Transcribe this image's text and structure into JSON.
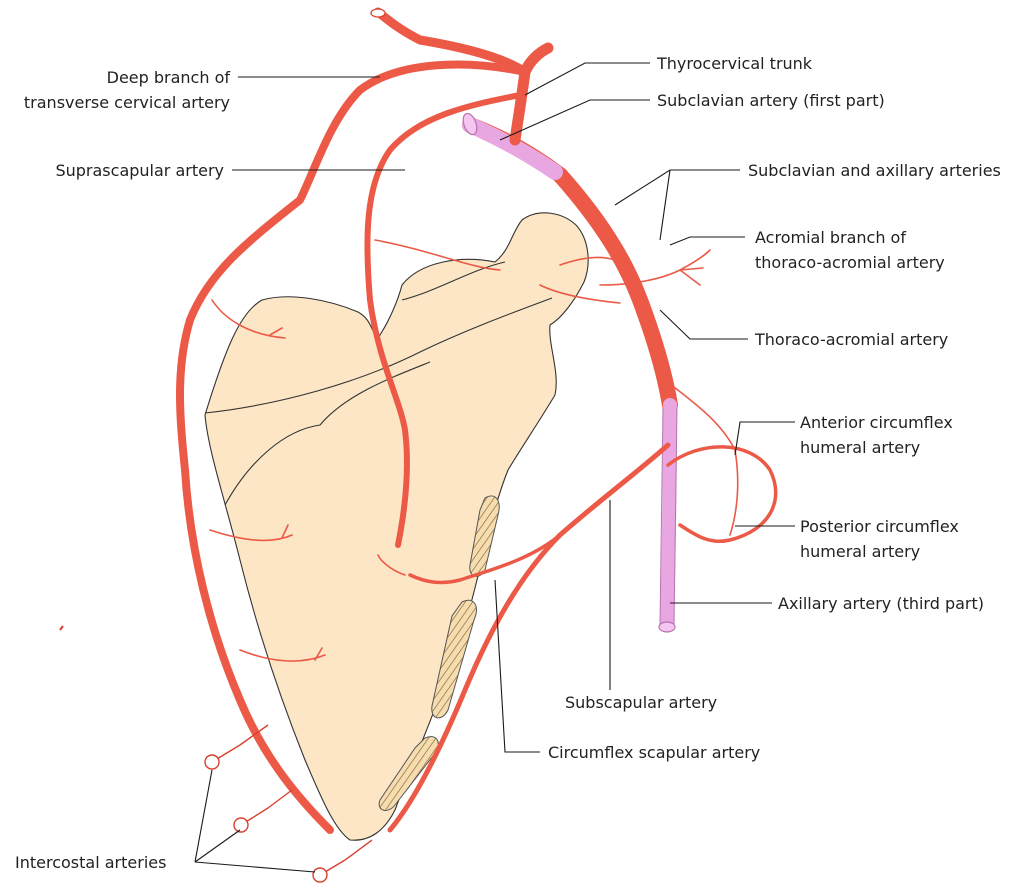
{
  "colors": {
    "artery": "#ec5a47",
    "artery_dark": "#d8402f",
    "sheath": "#e9a7e2",
    "sheath_edge": "#b574ad",
    "bone": "#fce6c6",
    "bone_edge": "#333333",
    "text": "#222222"
  },
  "labels": {
    "deep_branch_1": "Deep branch of",
    "deep_branch_2": "transverse cervical artery",
    "suprascapular": "Suprascapular artery",
    "thyrocervical": "Thyrocervical trunk",
    "subclavian_first": "Subclavian artery (first part)",
    "subclavian_axillary": "Subclavian and axillary arteries",
    "acromial_1": "Acromial branch of",
    "acromial_2": "thoraco-acromial artery",
    "thoraco_acromial": "Thoraco-acromial artery",
    "ant_circ_1": "Anterior circumflex",
    "ant_circ_2": "humeral artery",
    "post_circ_1": "Posterior circumflex",
    "post_circ_2": "humeral artery",
    "axillary_third": "Axillary artery (third part)",
    "subscapular": "Subscapular artery",
    "circ_scapular": "Circumflex scapular artery",
    "intercostal": "Intercostal arteries"
  }
}
